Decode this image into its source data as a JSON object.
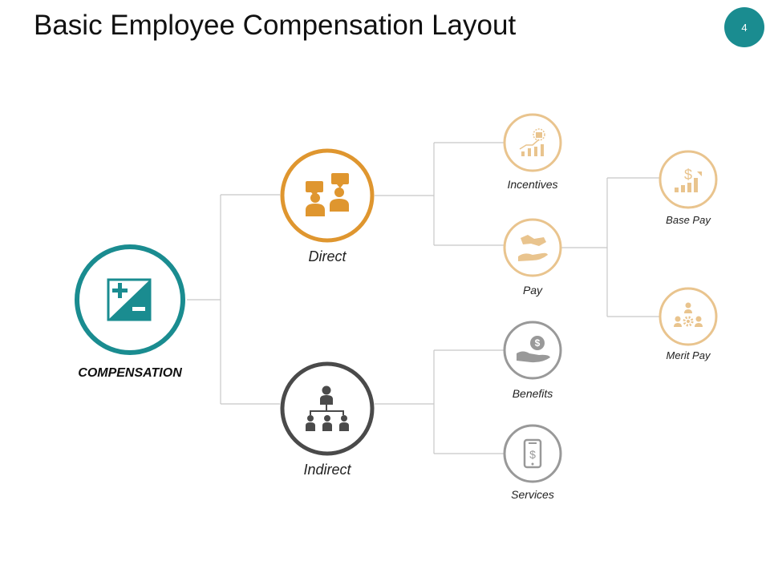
{
  "slide": {
    "title": "Basic Employee Compensation Layout",
    "page_number": "4"
  },
  "colors": {
    "teal": "#1a8c90",
    "orange": "#df962f",
    "light_orange": "#e9c48e",
    "dark_gray": "#4a4a4a",
    "gray": "#999999",
    "connector": "#c8c8c8"
  },
  "nodes": {
    "compensation": {
      "label": "COMPENSATION",
      "icon": "plus-minus-icon"
    },
    "direct": {
      "label": "Direct",
      "icon": "people-chat-icon"
    },
    "indirect": {
      "label": "Indirect",
      "icon": "org-chart-icon"
    },
    "incentives": {
      "label": "Incentives",
      "icon": "gift-growth-chart-icon"
    },
    "pay": {
      "label": "Pay",
      "icon": "handshake-hand-icon"
    },
    "benefits": {
      "label": "Benefits",
      "icon": "hand-dollar-coin-icon"
    },
    "services": {
      "label": "Services",
      "icon": "mobile-dollar-icon"
    },
    "base_pay": {
      "label": "Base Pay",
      "icon": "dollar-bar-chart-icon"
    },
    "merit_pay": {
      "label": "Merit Pay",
      "icon": "people-gear-icon"
    }
  }
}
